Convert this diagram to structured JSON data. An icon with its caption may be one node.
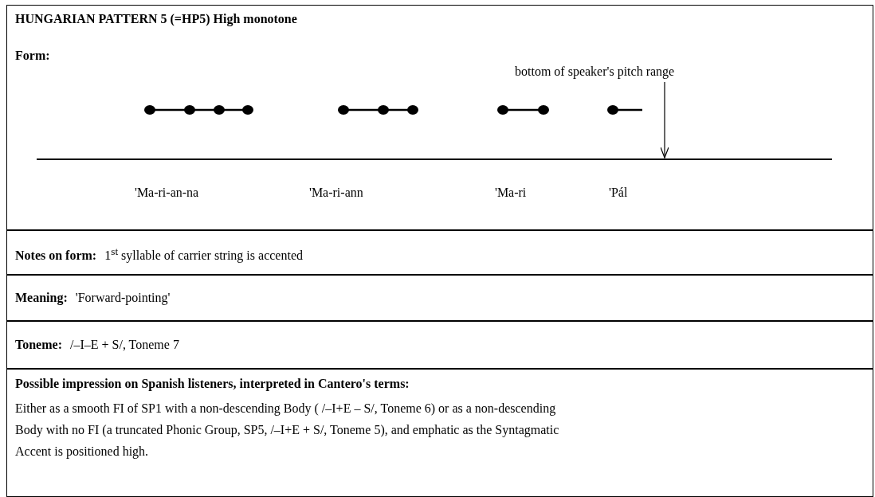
{
  "diagram": {
    "nodes": [
      {
        "text": [
          "HUNGARIAN PATTERN 5 (=HP5) High monotone",
          "Form:"
        ]
      },
      {
        "text": [
          "bottom of speaker's pitch range"
        ],
        "in": 0
      },
      {
        "text": [],
        "shape": "line",
        "in": 0
      },
      {
        "text": [
          "Notes on form:",
          "1$^{st}$ syllable of carrier string is accented"
        ]
      },
      {
        "text": [
          "Meaning:",
          "'Forward-pointing'"
        ]
      },
      {
        "text": [
          "Toneme:",
          "/–I–E + S/,  Toneme 7"
        ]
      },
      {
        "text": [
          "Possible impression on Spanish listeners, interpreted in Cantero's terms:",
          "Either as a smooth FI of SP1 with a non-descending Body ( /–I+E – S/,  Toneme 6) or as a non-descending Body with no FI (a truncated Phonic Group, SP5, /–I+E + S/, Toneme 5), and emphatic as the Syntagmatic Accent is positioned high."
        ]
      }
    ],
    "edges": [
      {
        "from": 1,
        "to": 2,
        "arrow": "to"
      }
    ],
    "labels": [
      "'Ma-ri-an-na",
      "'Ma-ri-ann",
      "'Ma-ri",
      "'Pál"
    ]
  }
}
